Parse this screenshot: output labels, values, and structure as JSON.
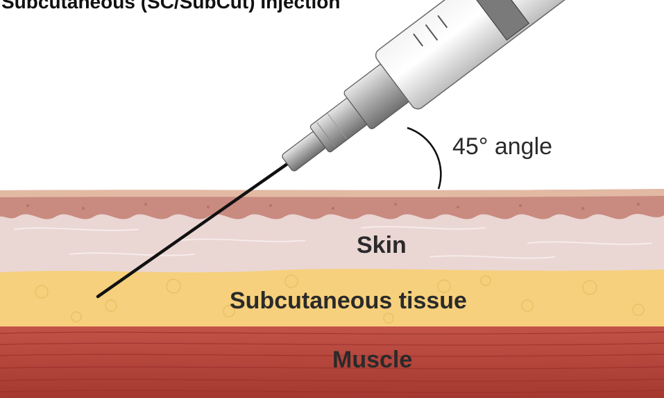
{
  "title": "Subcutaneous (SC/SubCut) Injection",
  "labels": {
    "angle": "45° angle",
    "skin": "Skin",
    "subcutaneous": "Subcutaneous tissue",
    "muscle": "Muscle"
  },
  "colors": {
    "epidermis": "#c98a80",
    "skin": "#ead6d3",
    "subcutaneous": "#f6d07c",
    "muscle": "#b8443c",
    "needle": "#111111",
    "syringe": "#d8d8d8"
  }
}
